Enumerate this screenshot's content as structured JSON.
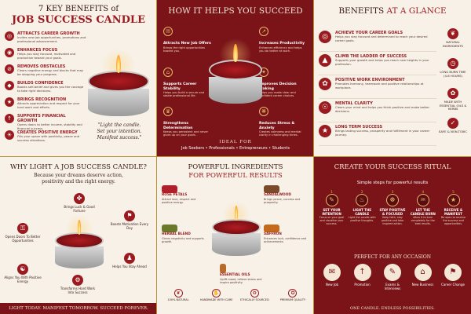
{
  "panel1": {
    "title_small": "7 KEY BENEFITS of",
    "title_large": "JOB SUCCESS CANDLE",
    "benefits": [
      {
        "icon": "target-icon",
        "glyph": "◎",
        "title": "ATTRACTS CAREER GROWTH",
        "desc": "Invites new job opportunities, promotions and professional advancement."
      },
      {
        "icon": "focus-icon",
        "glyph": "◉",
        "title": "ENHANCES FOCUS",
        "desc": "Helps you stay focused, motivated and productive toward your goals."
      },
      {
        "icon": "block-icon",
        "glyph": "⊘",
        "title": "REMOVES OBSTACLES",
        "desc": "Clears negative energy and blocks that may be stopping your progress."
      },
      {
        "icon": "shield-icon",
        "glyph": "◆",
        "title": "BUILDS CONFIDENCE",
        "desc": "Boosts self-belief and gives you the courage to take right decisions."
      },
      {
        "icon": "trophy-icon",
        "glyph": "★",
        "title": "BRINGS RECOGNITION",
        "desc": "Attracts appreciation and respect for your hard work and efforts."
      },
      {
        "icon": "chart-icon",
        "glyph": "↑",
        "title": "SUPPORTS FINANCIAL GROWTH",
        "desc": "Opens doors to better income, stability and financial success."
      },
      {
        "icon": "sun-icon",
        "glyph": "☀",
        "title": "CREATES POSITIVE ENERGY",
        "desc": "Fills your space with positivity, peace and success vibrations."
      }
    ],
    "quote_lines": [
      "\"Light the candle.",
      "Set your intention.",
      "Manifest success.\""
    ]
  },
  "panel2": {
    "title": "HOW IT HELPS YOU SUCCEED",
    "items": [
      {
        "glyph": "✉",
        "title": "Attracts New Job Offers",
        "desc": "Brings the right opportunities toward you."
      },
      {
        "glyph": "↗",
        "title": "Increases Productivity",
        "desc": "Enhances efficiency and helps you do better at work."
      },
      {
        "glyph": "⌂",
        "title": "Supports Career Stability",
        "desc": "Helps you build a secure and stable professional life."
      },
      {
        "glyph": "✦",
        "title": "Improves Decision Making",
        "desc": "Helps you make clear and confident career choices."
      },
      {
        "glyph": "♛",
        "title": "Strengthens Determination",
        "desc": "Keeps you persistent and never gives up on your goals."
      },
      {
        "glyph": "❋",
        "title": "Reduces Stress & Anxiety",
        "desc": "Creates calmness and mental clarity in challenging times."
      }
    ],
    "ideal_label": "IDEAL FOR",
    "ideal_for": "Job Seekers  •  Professionals  •  Entrepreneurs  •  Students"
  },
  "panel3": {
    "title_a": "BENEFITS ",
    "title_b": "AT A GLANCE",
    "items": [
      {
        "glyph": "◎",
        "title": "ACHIEVE YOUR CAREER GOALS",
        "desc": "Helps you stay focused and determined to reach your desired career goals."
      },
      {
        "glyph": "▲",
        "title": "CLIMB THE LADDER OF SUCCESS",
        "desc": "Supports your growth and helps you reach new heights in your profession."
      },
      {
        "glyph": "✿",
        "title": "POSITIVE WORK ENVIRONMENT",
        "desc": "Promotes harmony, teamwork and positive relationships at workplace."
      },
      {
        "glyph": "☉",
        "title": "MENTAL CLARITY",
        "desc": "Clears your mind and helps you think positive and make better decisions."
      },
      {
        "glyph": "★",
        "title": "LONG TERM SUCCESS",
        "desc": "Brings lasting success, prosperity and fulfillment in your career journey."
      }
    ],
    "badges": [
      {
        "glyph": "❦",
        "label": "NATURAL INGREDIENTS"
      },
      {
        "glyph": "◷",
        "label": "LONG BURN TIME (4-6 HOURS)"
      },
      {
        "glyph": "✿",
        "label": "MADE WITH ESSENTIAL OILS & HERBS"
      },
      {
        "glyph": "✓",
        "label": "SAFE & NON-TOXIC"
      }
    ]
  },
  "panel4": {
    "title": "WHY LIGHT A JOB SUCCESS CANDLE?",
    "sub1": "Because your dreams deserve action,",
    "sub2": "positivity and the right energy.",
    "orbit": [
      {
        "glyph": "✤",
        "label": "Brings Luck & Good Fortune"
      },
      {
        "glyph": "⚑",
        "label": "Boosts Motivation Every Day"
      },
      {
        "glyph": "⚿",
        "label": "Opens Doors To Better Opportunities"
      },
      {
        "glyph": "♟",
        "label": "Helps You Stay Ahead"
      },
      {
        "glyph": "☯",
        "label": "Aligns You With Positive Energy"
      },
      {
        "glyph": "⚙",
        "label": "Transforms Hard Work Into Success"
      }
    ],
    "footer": "LIGHT TODAY. MANIFEST TOMORROW. SUCCEED FOREVER."
  },
  "panel5": {
    "title1": "POWERFUL INGREDIENTS",
    "title2": "FOR POWERFUL RESULTS",
    "ingredients": [
      {
        "color": "#b0202a",
        "title": "ROSE PETALS",
        "desc": "Attract love, respect and positive energy."
      },
      {
        "color": "#7b4a2a",
        "title": "SANDALWOOD",
        "desc": "Brings peace, success and prosperity."
      },
      {
        "color": "#6a7a2a",
        "title": "HERBAL BLEND",
        "desc": "Clears negativity and supports growth."
      },
      {
        "color": "#c46a1a",
        "title": "SAFFRON",
        "desc": "Enhances luck, confidence and achievements."
      },
      {
        "color": "#b86a2a",
        "title": "ESSENTIAL OILS",
        "desc": "Uplift mood, relieve stress and inspire positivity."
      }
    ],
    "features": [
      {
        "glyph": "❦",
        "label": "100% NATURAL"
      },
      {
        "glyph": "✋",
        "label": "HANDMADE WITH CARE"
      },
      {
        "glyph": "♻",
        "label": "ETHICALLY SOURCED"
      },
      {
        "glyph": "✪",
        "label": "PREMIUM QUALITY"
      }
    ]
  },
  "panel6": {
    "title": "CREATE YOUR SUCCESS RITUAL",
    "subtitle": "Simple steps for powerful results",
    "steps": [
      {
        "num": "1",
        "glyph": "✎",
        "title": "SET YOUR INTENTION",
        "desc": "Focus on your goal and visualise your success."
      },
      {
        "num": "2",
        "glyph": "♨",
        "title": "LIGHT THE CANDLE",
        "desc": "Light the candle with positive thoughts."
      },
      {
        "num": "3",
        "glyph": "☸",
        "title": "STAY POSITIVE & FOCUSED",
        "desc": "Keep faith, stay positive and take inspired action."
      },
      {
        "num": "4",
        "glyph": "♒",
        "title": "LET THE CANDLE BURN",
        "desc": "Allow it to burn completely for the best results."
      },
      {
        "num": "5",
        "glyph": "★",
        "title": "RECEIVE & MANIFEST",
        "desc": "Be open to receive the success and opportunities."
      }
    ],
    "occasion_title": "PERFECT FOR ANY OCCASION",
    "occasions": [
      {
        "glyph": "✉",
        "label": "New Job"
      },
      {
        "glyph": "↑",
        "label": "Promotion"
      },
      {
        "glyph": "✎",
        "label": "Exams & Interviews"
      },
      {
        "glyph": "⌂",
        "label": "New Business"
      },
      {
        "glyph": "⚑",
        "label": "Career Change"
      }
    ],
    "footer": "ONE CANDLE. ENDLESS POSSIBILITIES."
  }
}
